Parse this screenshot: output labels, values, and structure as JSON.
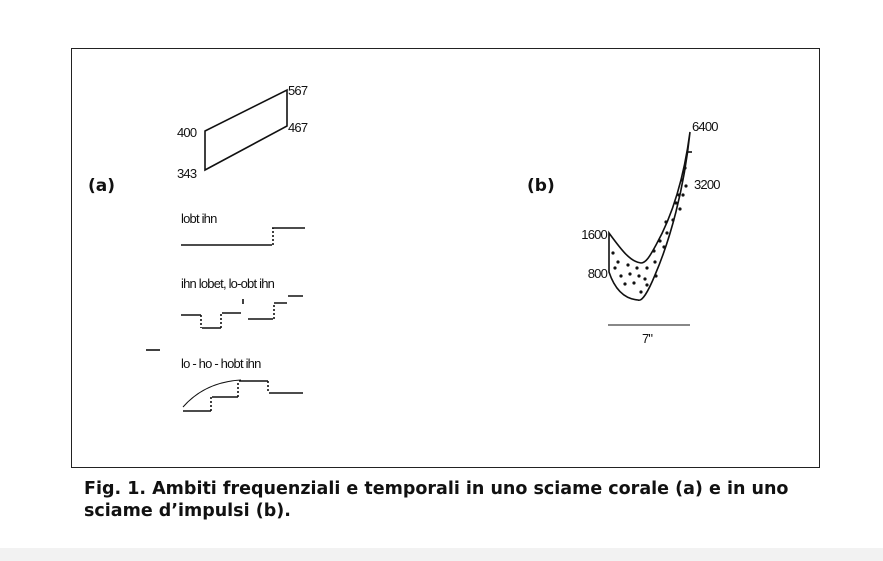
{
  "figure": {
    "panel_a": {
      "label": "(a)",
      "range_labels": {
        "top_right": "567",
        "left_top": "400",
        "right_bottom": "467",
        "left_bottom": "343"
      },
      "text_lines": [
        "lobt ihn",
        "ihn lobet,  lo-obt ihn",
        "lo  - ho - hobt ihn"
      ]
    },
    "panel_b": {
      "label": "(b)",
      "freq_labels": {
        "top": "6400",
        "right": "3200",
        "left_top": "1600",
        "left_bottom": "800"
      },
      "duration": "7\""
    }
  },
  "caption": "Fig. 1. Ambiti frequenziali e temporali in uno sciame corale (a) e in uno sciame d’impulsi (b)."
}
